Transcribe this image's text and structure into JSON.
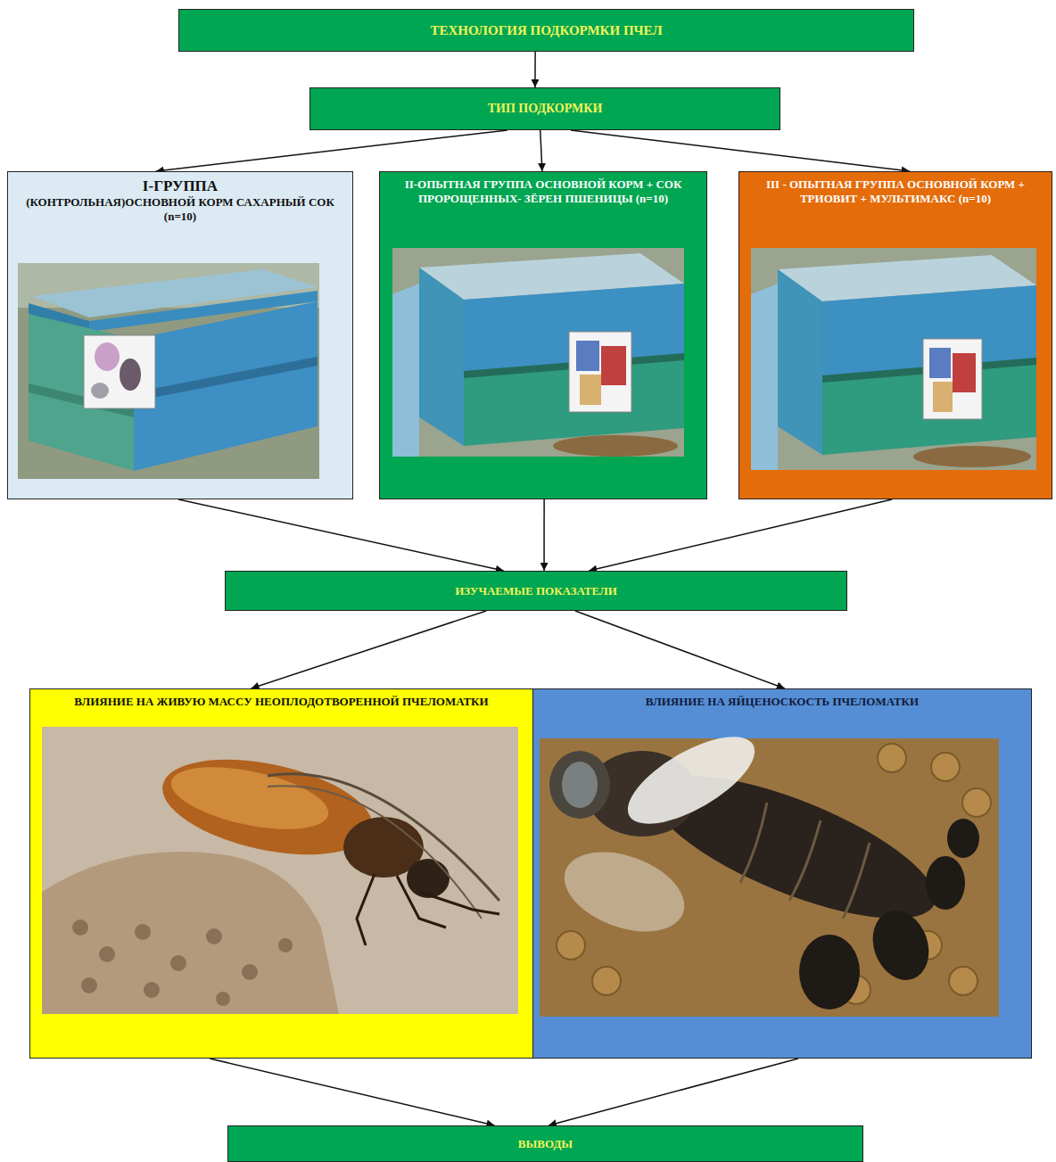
{
  "diagram": {
    "nodes": [
      {
        "text": [
          "ТЕХНОЛОГИЯ ПОДКОРМКИ ПЧЕЛ"
        ]
      },
      {
        "text": [
          "ТИП ПОДКОРМКИ"
        ]
      },
      {
        "text": [
          "I-ГРУППА",
          "(КОНТРОЛЬНАЯ)ОСНОВНОЙ КОРМ САХАРНЫЙ СОК (n=10)"
        ]
      },
      {
        "text": [
          "II-ОПЫТНАЯ ГРУППА ОСНОВНОЙ КОРМ + СОК ПРОРОЩЕННЫХ- ЗЁРЕН ПШЕНИЦЫ (n=10)"
        ]
      },
      {
        "text": [
          "III - ОПЫТНАЯ ГРУППА ОСНОВНОЙ КОРМ + ТРИОВИТ + МУЛЬТИМАКС (n=10)"
        ]
      },
      {
        "text": [
          "ИЗУЧАЕМЫЕ ПОКАЗАТЕЛИ"
        ]
      },
      {
        "text": [
          "ВЛИЯНИЕ НА ЖИВУЮ МАССУ НЕОПЛОДОТВОРЕННОЙ ПЧЕЛОМАТКИ"
        ]
      },
      {
        "text": [
          "ВЛИЯНИЕ НА ЯЙЦЕНОСКОСТЬ ПЧЕЛОМАТКИ"
        ]
      },
      {
        "text": [
          "ВЫВОДЫ"
        ]
      }
    ],
    "edges": [
      {
        "from": 0,
        "to": 1,
        "arrow": "to"
      },
      {
        "from": 1,
        "to": 2,
        "arrow": "to"
      },
      {
        "from": 1,
        "to": 3,
        "arrow": "to"
      },
      {
        "from": 1,
        "to": 4,
        "arrow": "to"
      },
      {
        "from": 2,
        "to": 5,
        "arrow": "to"
      },
      {
        "from": 3,
        "to": 5,
        "arrow": "to"
      },
      {
        "from": 4,
        "to": 5,
        "arrow": "to"
      },
      {
        "from": 5,
        "to": 6,
        "arrow": "to"
      },
      {
        "from": 5,
        "to": 7,
        "arrow": "to"
      },
      {
        "from": 6,
        "to": 8,
        "arrow": "to"
      },
      {
        "from": 7,
        "to": 8,
        "arrow": "to"
      }
    ]
  }
}
